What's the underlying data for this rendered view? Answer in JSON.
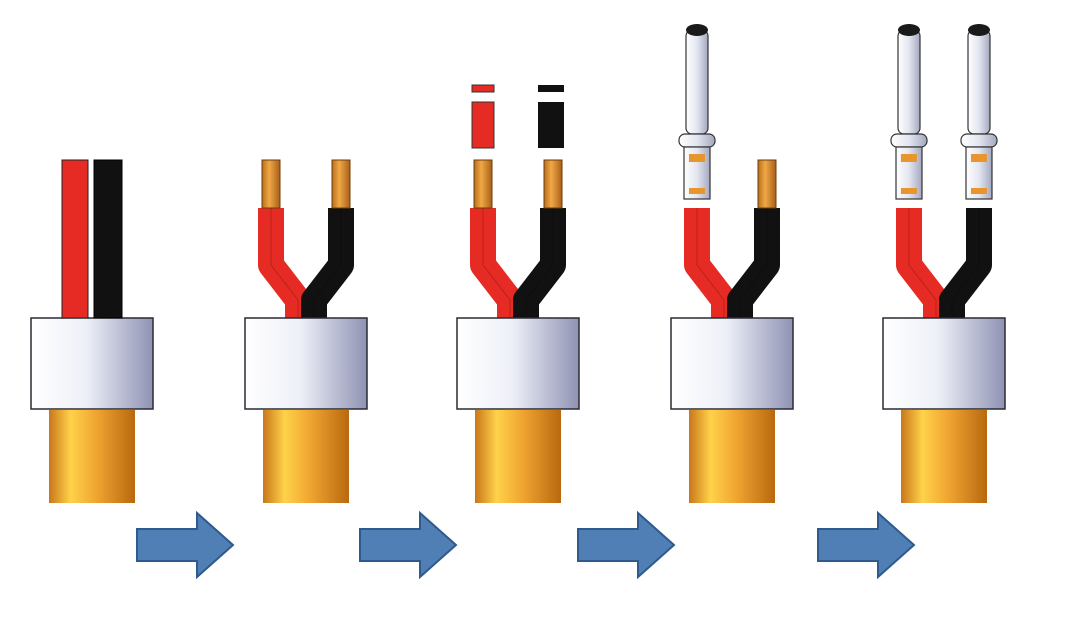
{
  "diagram": {
    "steps": [
      {
        "id": "step-1",
        "state": "cable-with-wires"
      },
      {
        "id": "step-2",
        "state": "wires-bent-and-stripped"
      },
      {
        "id": "step-3",
        "state": "wires-cut-pieces-removed"
      },
      {
        "id": "step-4",
        "state": "one-pin-attached"
      },
      {
        "id": "step-5",
        "state": "both-pins-attached"
      }
    ],
    "arrows": [
      {
        "from": "step-1",
        "to": "step-2"
      },
      {
        "from": "step-2",
        "to": "step-3"
      },
      {
        "from": "step-3",
        "to": "step-4"
      },
      {
        "from": "step-4",
        "to": "step-5"
      }
    ]
  },
  "colors": {
    "wire_red": "#e62a24",
    "wire_black": "#111111",
    "copper": "#e8952e",
    "jacket_orange": "#f2a531",
    "sleeve_white": "#e9ecf6",
    "pin_silver": "#dfe3ee",
    "arrow_blue": "#4f7fb4"
  },
  "icons": {
    "arrow": "right-arrow-icon"
  }
}
